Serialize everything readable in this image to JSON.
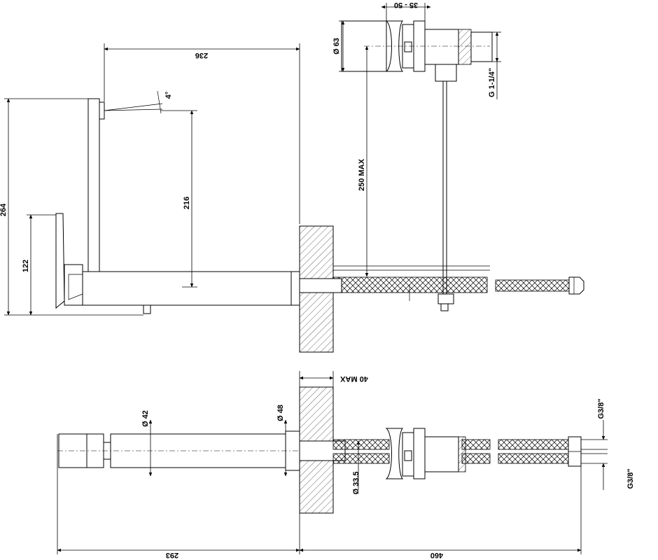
{
  "dimensions": {
    "d236": "236",
    "d35_50": "35 - 50",
    "d63": "Ø 63",
    "g114": "G 1-1/4\"",
    "angle4": "4°",
    "d250max": "250 MAX",
    "d216": "216",
    "d264": "264",
    "d122": "122",
    "d40max": "40 MAX",
    "d42": "Ø 42",
    "d48": "Ø 48",
    "d33_5": "Ø 33.5",
    "g38_top": "G3/8\"",
    "g38_bot": "G3/8\"",
    "d293": "293",
    "d460": "460"
  },
  "colors": {
    "line": "#000000",
    "background": "#ffffff"
  }
}
